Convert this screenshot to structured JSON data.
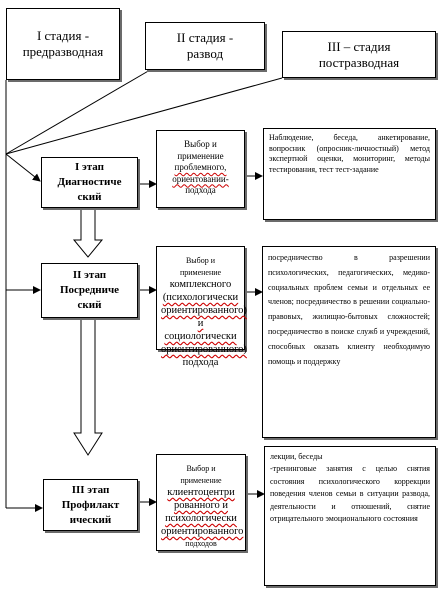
{
  "stages": [
    {
      "label": "I стадия -\nпредразводная"
    },
    {
      "label": "II стадия -\nразвод"
    },
    {
      "label": "III – стадия\nпостразводная"
    }
  ],
  "steps": [
    {
      "title": "I этап\nДиагностиче\nский",
      "approach": {
        "line1": "Выбор и",
        "line2": "применение",
        "line3": "проблемного,",
        "line4": "ориентовании-",
        "line5": "подхода"
      },
      "methods": "Наблюдение, беседа, анкетирование, вопросник (опросник-личностный) метод экспертной оценки, мониторинг, методы тестирования, тест тест-задание"
    },
    {
      "title": "II этап\nПосредниче\nский",
      "approach": {
        "line1": "Выбор и",
        "line2": "применение",
        "line3": "комплексного",
        "line4": "(психологически",
        "line5": "ориентированного) и",
        "line6": "социологически",
        "line7": "ориентированного)",
        "line8": "подхода"
      },
      "methods": "посредничество в разрешении психологических, педагогических, медико-социальных проблем семьи и отдельных ее членов; посредничество в решении социально-правовых, жилищно-бытовых сложностей; посредничество в поиске служб и учреждений, способных оказать клиенту необходимую помощь и поддержку"
    },
    {
      "title": "III этап\nПрофилакт\nический",
      "approach": {
        "line1": "Выбор и",
        "line2": "применение",
        "line3": "клиентоцентри",
        "line4": "рованного и",
        "line5": "психологически",
        "line6": "ориентированного",
        "line7": "подходов"
      },
      "methods": "лекции, беседы\n-тренинговые занятия с целью снятия состояния психологического коррекции поведения членов семьи в ситуации развода, деятельности и отношений, снятие отрицательного эмоционального состояния"
    }
  ],
  "colors": {
    "border": "#000000",
    "shadow": "#6b6b6b",
    "spellcheck": "#cc0000"
  }
}
